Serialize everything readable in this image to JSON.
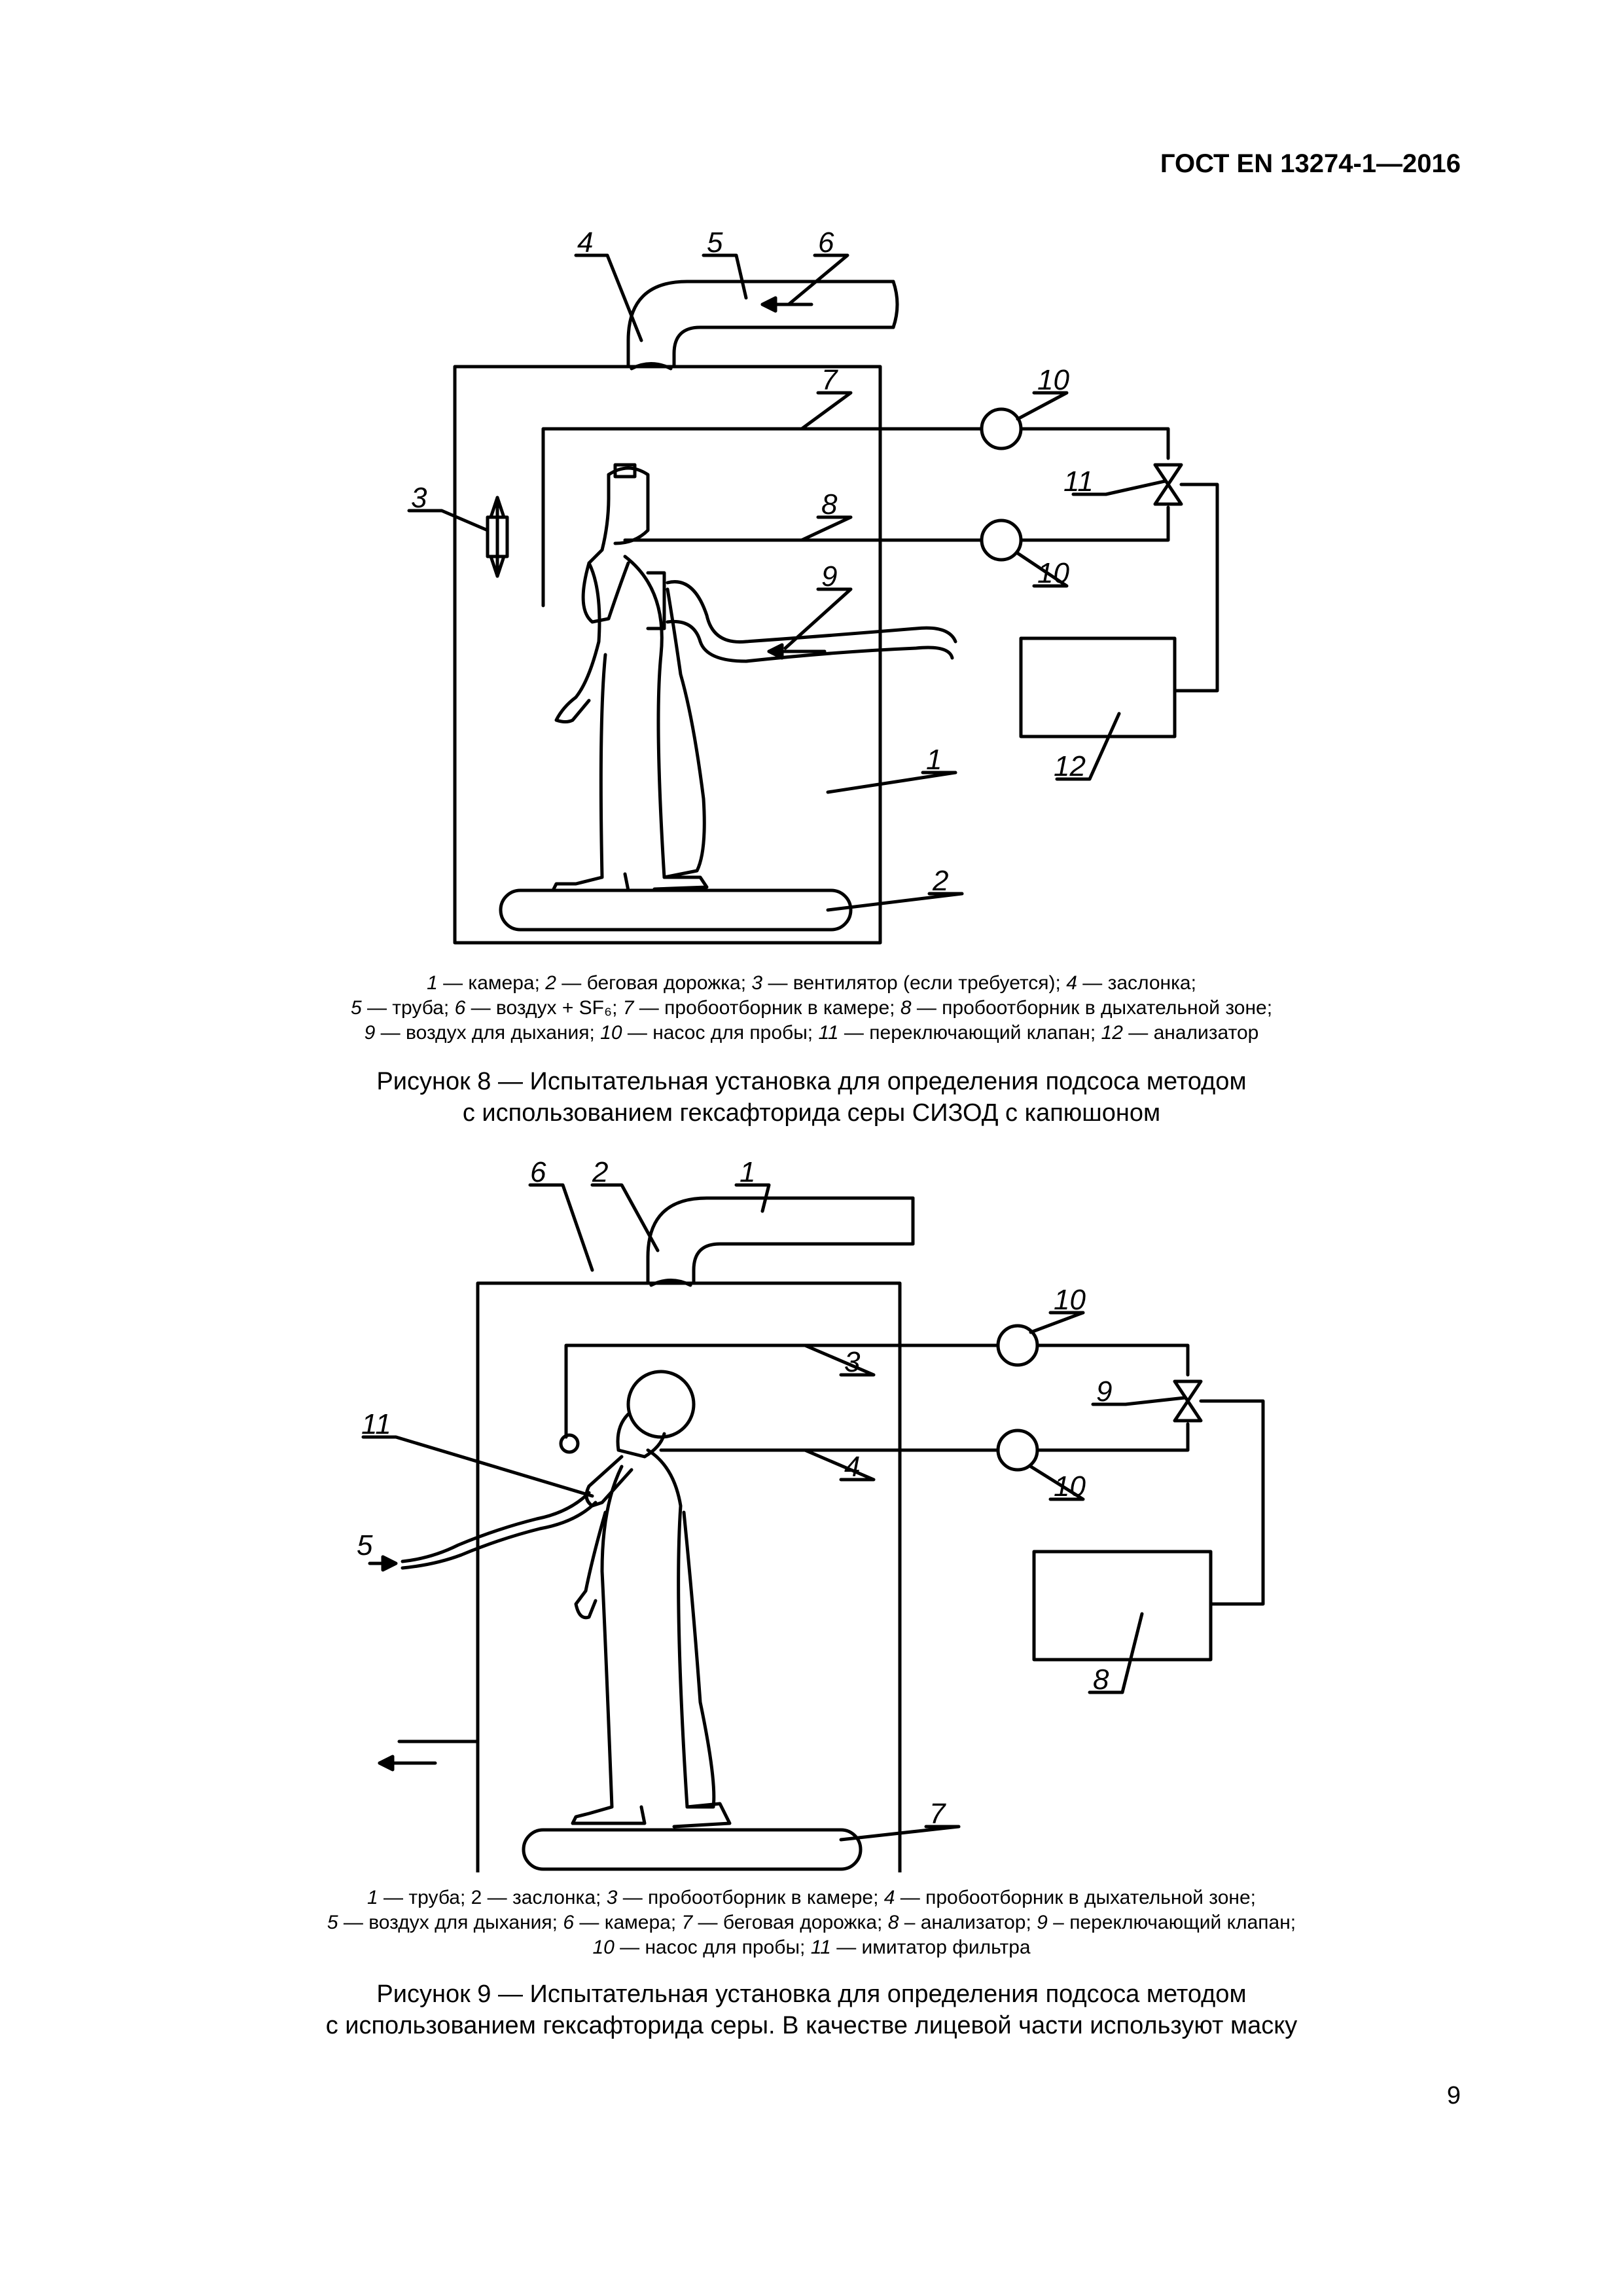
{
  "header": {
    "doc_id": "ГОСТ EN 13274-1—2016"
  },
  "page_number": "9",
  "figure8": {
    "labels": [
      "1",
      "2",
      "3",
      "4",
      "5",
      "6",
      "7",
      "8",
      "9",
      "10",
      "10",
      "11",
      "12"
    ],
    "legend": [
      [
        [
          "1",
          " — камера; "
        ],
        [
          "2",
          " — беговая дорожка; "
        ],
        [
          "3",
          " — вентилятор (если требуется); "
        ],
        [
          "4",
          " — заслонка;"
        ]
      ],
      [
        [
          "5",
          " — труба; "
        ],
        [
          "6",
          " — воздух + SF₆; "
        ],
        [
          "7",
          " — пробоотборник в камере; "
        ],
        [
          "8",
          " — пробоотборник в дыхательной зоне;"
        ]
      ],
      [
        [
          "9",
          " — воздух для дыхания; "
        ],
        [
          "10",
          " — насос для пробы; "
        ],
        [
          "11",
          " — переключающий клапан; "
        ],
        [
          "12",
          " — анализатор"
        ]
      ]
    ],
    "caption_line1": "Рисунок 8 — Испытательная установка для определения подсоса методом",
    "caption_line2": "с использованием гексафторида серы СИЗОД с капюшоном"
  },
  "figure9": {
    "labels": [
      "1",
      "2",
      "3",
      "4",
      "5",
      "6",
      "7",
      "8",
      "9",
      "10",
      "10",
      "11"
    ],
    "legend": [
      [
        [
          "1",
          " — труба; 2 — заслонка; "
        ],
        [
          "3",
          " — пробоотборник в камере; "
        ],
        [
          "4",
          " — пробоотборник в дыхательной зоне;"
        ]
      ],
      [
        [
          "5",
          " — воздух для дыхания; "
        ],
        [
          "6",
          " — камера; "
        ],
        [
          "7",
          " — беговая дорожка; "
        ],
        [
          "8",
          " – анализатор; "
        ],
        [
          "9",
          " – переключающий клапан;"
        ]
      ],
      [
        [
          "10",
          " — насос для пробы; "
        ],
        [
          "11",
          " — имитатор фильтра"
        ]
      ]
    ],
    "caption_line1": "Рисунок 9 — Испытательная установка для определения подсоса методом",
    "caption_line2": "с использованием гексафторида серы. В качестве лицевой части используют маску"
  }
}
